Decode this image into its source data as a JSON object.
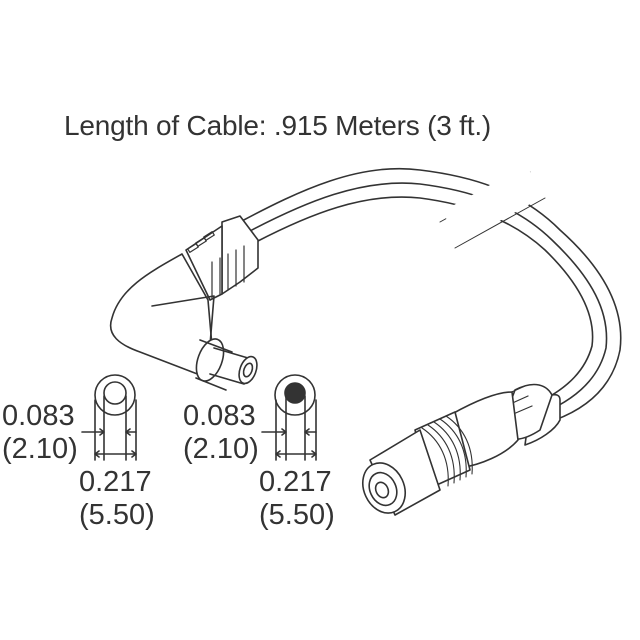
{
  "diagram": {
    "title": "Length of Cable: .915 Meters (3 ft.)",
    "left_plug": {
      "inner_dim_in": "0.083",
      "inner_dim_mm": "(2.10)",
      "outer_dim_in": "0.217",
      "outer_dim_mm": "(5.50)",
      "center": "open"
    },
    "right_jack": {
      "inner_dim_in": "0.083",
      "inner_dim_mm": "(2.10)",
      "outer_dim_in": "0.217",
      "outer_dim_mm": "(5.50)",
      "center": "filled"
    },
    "colors": {
      "line": "#333333",
      "text": "#333333",
      "background": "#ffffff"
    }
  }
}
